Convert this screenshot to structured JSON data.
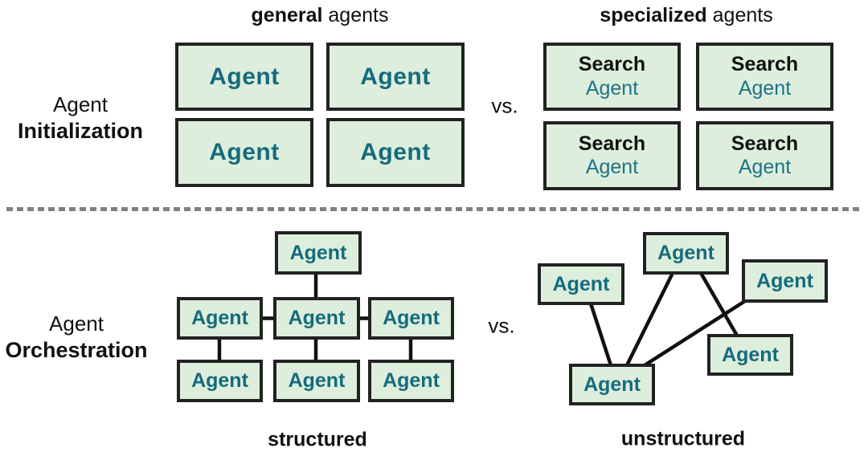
{
  "colors": {
    "box_fill": "#ddeedd",
    "box_border": "#222222",
    "agent_teal": "#166b7d",
    "divider_gray": "#808080",
    "text_black": "#111111"
  },
  "initialization": {
    "label_line1": "Agent",
    "label_line2": "Initialization",
    "general_title_bold": "general",
    "general_title_rest": " agents",
    "general_boxes": [
      "Agent",
      "Agent",
      "Agent",
      "Agent"
    ],
    "vs": "vs.",
    "specialized_title_bold": "specialized",
    "specialized_title_rest": " agents",
    "specialized_boxes": [
      {
        "line1": "Search",
        "line2": "Agent"
      },
      {
        "line1": "Search",
        "line2": "Agent"
      },
      {
        "line1": "Search",
        "line2": "Agent"
      },
      {
        "line1": "Search",
        "line2": "Agent"
      }
    ]
  },
  "orchestration": {
    "label_line1": "Agent",
    "label_line2": "Orchestration",
    "vs": "vs.",
    "structured_boxes": [
      "Agent",
      "Agent",
      "Agent",
      "Agent",
      "Agent",
      "Agent",
      "Agent"
    ],
    "structured_caption": "structured",
    "unstructured_boxes": [
      "Agent",
      "Agent",
      "Agent",
      "Agent",
      "Agent"
    ],
    "unstructured_caption": "unstructured"
  }
}
